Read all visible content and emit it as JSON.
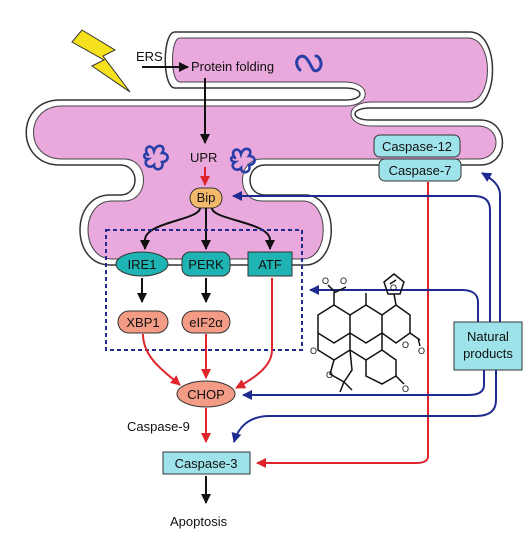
{
  "labels": {
    "ers": "ERS",
    "protein_folding": "Protein folding",
    "upr": "UPR",
    "bip": "Bip",
    "ire1": "IRE1",
    "perk": "PERK",
    "atf": "ATF",
    "xbp1": "XBP1",
    "eif2a": "eIF2α",
    "chop": "CHOP",
    "caspase9": "Caspase-9",
    "caspase3": "Caspase-3",
    "caspase12": "Caspase-12",
    "caspase7": "Caspase-7",
    "natural_products_1": "Natural",
    "natural_products_2": "products",
    "apoptosis": "Apoptosis"
  },
  "colors": {
    "er_fill": "#e9a9dc",
    "teal": "#1fb3b3",
    "light_teal": "#9ee3ea",
    "bip": "#f4b96a",
    "salmon": "#f49b86",
    "red_arrow": "#e0242c",
    "blue_arrow": "#1f2a90",
    "lightning": "#f6e11e"
  }
}
